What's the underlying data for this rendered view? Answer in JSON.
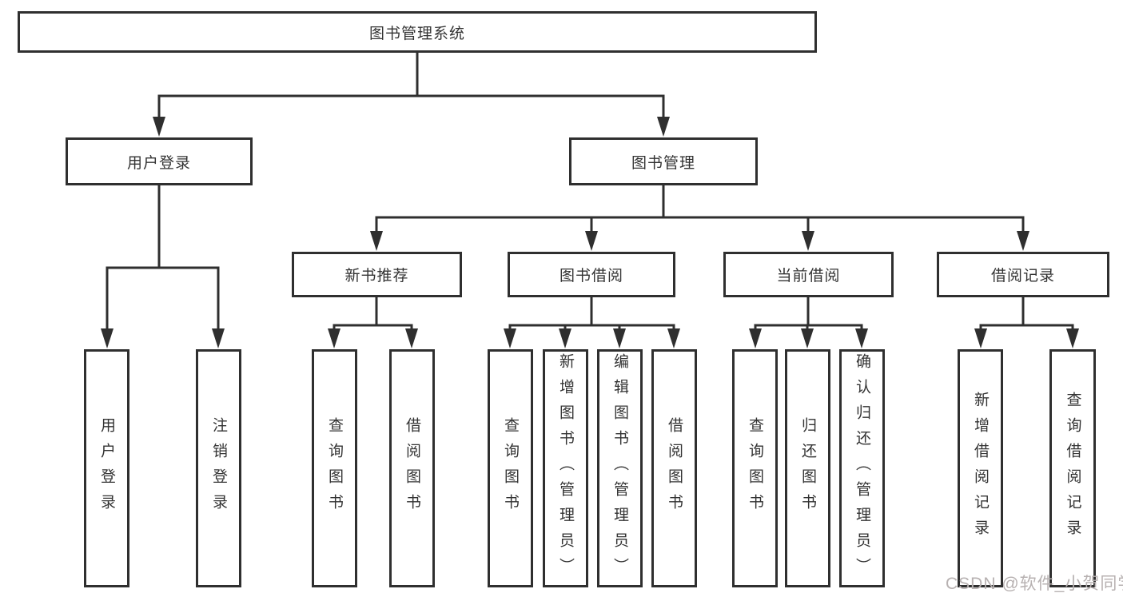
{
  "tree": {
    "label": "图书管理系统",
    "children": [
      {
        "label": "用户登录",
        "children": [
          {
            "label": "用户登录"
          },
          {
            "label": "注销登录"
          }
        ]
      },
      {
        "label": "图书管理",
        "children": [
          {
            "label": "新书推荐",
            "children": [
              {
                "label": "查询图书"
              },
              {
                "label": "借阅图书"
              }
            ]
          },
          {
            "label": "图书借阅",
            "children": [
              {
                "label": "查询图书"
              },
              {
                "label": "新增图书（管理员）"
              },
              {
                "label": "编辑图书（管理员）"
              },
              {
                "label": "借阅图书"
              }
            ]
          },
          {
            "label": "当前借阅",
            "children": [
              {
                "label": "查询图书"
              },
              {
                "label": "归还图书"
              },
              {
                "label": "确认归还（管理员）"
              }
            ]
          },
          {
            "label": "借阅记录",
            "children": [
              {
                "label": "新增借阅记录"
              },
              {
                "label": "查询借阅记录"
              }
            ]
          }
        ]
      }
    ]
  },
  "watermark": {
    "text": "CSDN @软件_小贺同学"
  },
  "colors": {
    "line": "#2f2f2f",
    "text": "#333333",
    "watermark": "#b7b1b1",
    "background": "#ffffff"
  }
}
